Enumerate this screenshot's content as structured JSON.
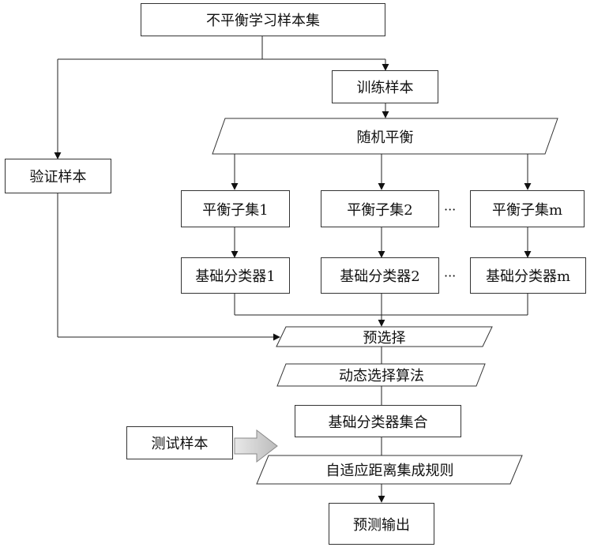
{
  "nodes": {
    "dataset": "不平衡学习样本集",
    "training": "训练样本",
    "random_balance": "随机平衡",
    "validation": "验证样本",
    "subset_1": "平衡子集1",
    "subset_2": "平衡子集2",
    "subset_m": "平衡子集m",
    "classifier_1": "基础分类器1",
    "classifier_2": "基础分类器2",
    "classifier_m": "基础分类器m",
    "preselect": "预选择",
    "dynamic_select": "动态选择算法",
    "classifier_set": "基础分类器集合",
    "test": "测试样本",
    "adaptive_rule": "自适应距离集成规则",
    "output": "预测输出"
  },
  "ellipsis": "···"
}
